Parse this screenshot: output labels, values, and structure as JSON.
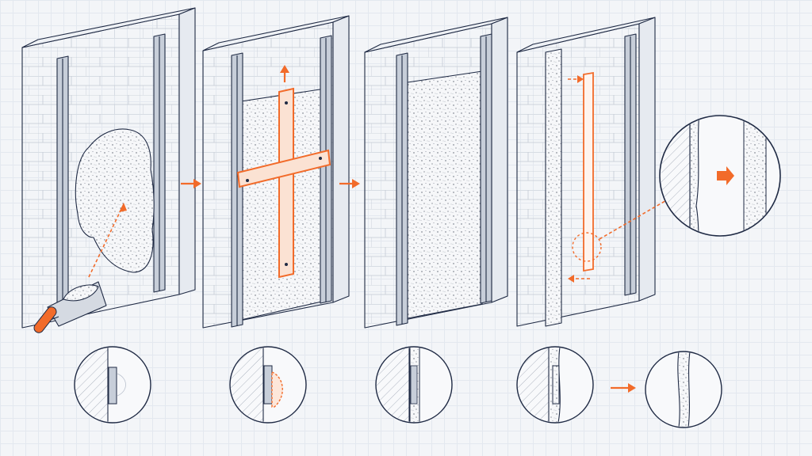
{
  "colors": {
    "accent": "#f26b2a",
    "line": "#1f2a44",
    "background": "#f3f5f8",
    "grid": "#e3e8ef"
  },
  "steps": [
    {
      "id": "apply-plaster",
      "tool": "trowel"
    },
    {
      "id": "level-with-rule",
      "tool": "cross-rule"
    },
    {
      "id": "flat-surface"
    },
    {
      "id": "remove-guide-rail",
      "tool": "strip"
    }
  ],
  "icons": [
    "trowel-icon",
    "arrow-right-icon",
    "arrow-up-icon",
    "magnifier-circle"
  ]
}
